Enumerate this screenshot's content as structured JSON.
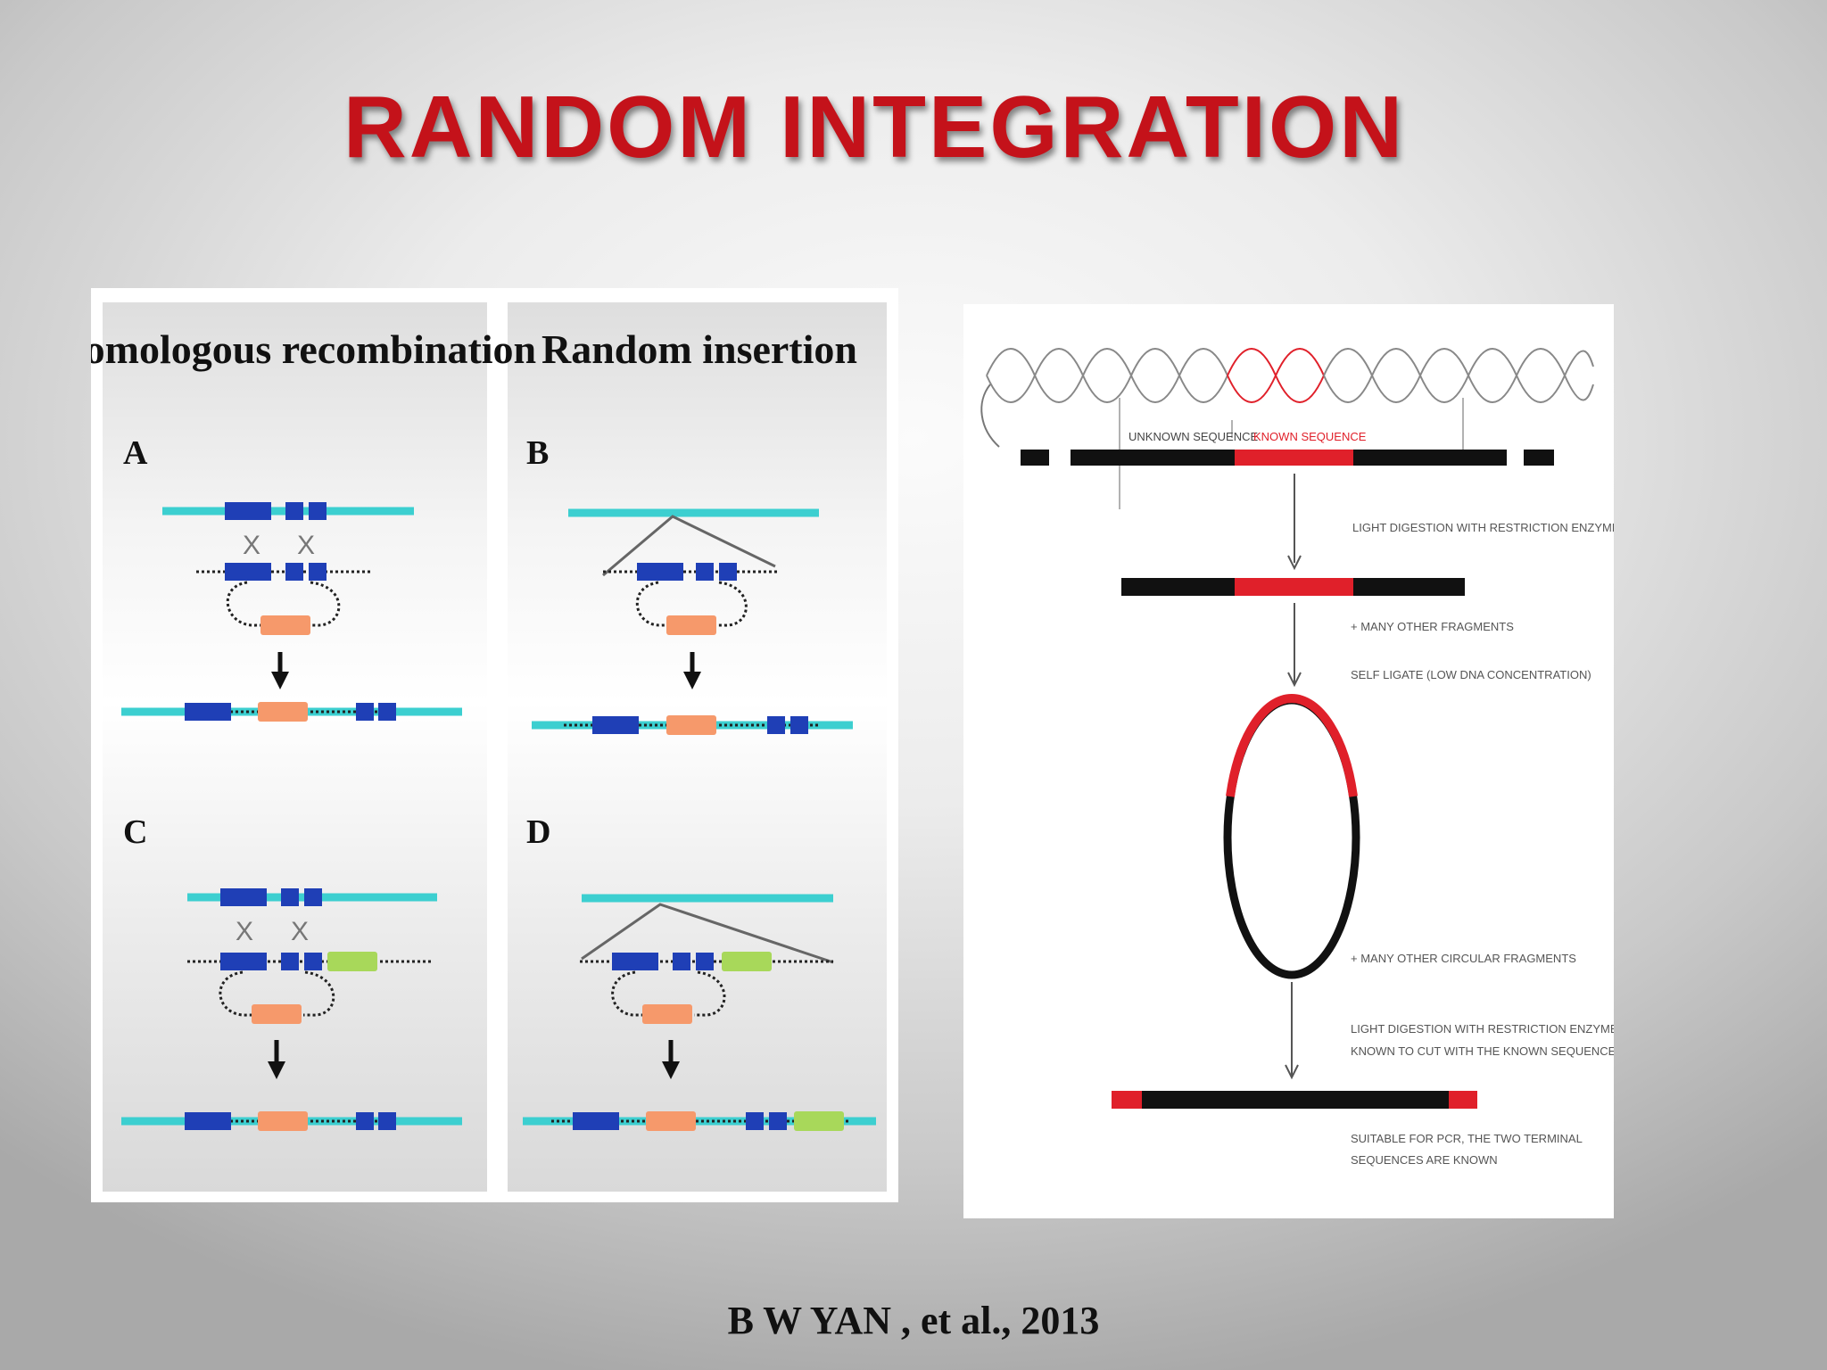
{
  "slide": {
    "title": "RANDOM INTEGRATION",
    "citation": "B W YAN , et al., 2013"
  },
  "left_figure": {
    "headers": {
      "homologous": "Homologous recombination",
      "random": "Random insertion"
    },
    "panels": {
      "A": "A",
      "B": "B",
      "C": "C",
      "D": "D"
    },
    "colors": {
      "chromosome": "#3ccfd0",
      "homology_block": "#1f3fb6",
      "insert": "#f6996b",
      "marker": "#a8d85a",
      "panel_bg": "#e6e6e6"
    }
  },
  "right_figure": {
    "labels": {
      "unknown_sequence": "UNKNOWN SEQUENCE",
      "known_sequence": "KNOWN SEQUENCE",
      "step1": "LIGHT DIGESTION WITH RESTRICTION ENZYME",
      "step2": "+ MANY OTHER FRAGMENTS",
      "step3": "SELF LIGATE (LOW DNA CONCENTRATION)",
      "step4": "+ MANY OTHER CIRCULAR FRAGMENTS",
      "step5a": "LIGHT DIGESTION WITH RESTRICTION ENZYME",
      "step5b": "KNOWN TO CUT WITH THE KNOWN SEQUENCE",
      "step6a": "SUITABLE FOR PCR, THE TWO TERMINAL",
      "step6b": "SEQUENCES ARE KNOWN"
    },
    "colors": {
      "known": "#e0202a",
      "unknown": "#111111"
    }
  }
}
